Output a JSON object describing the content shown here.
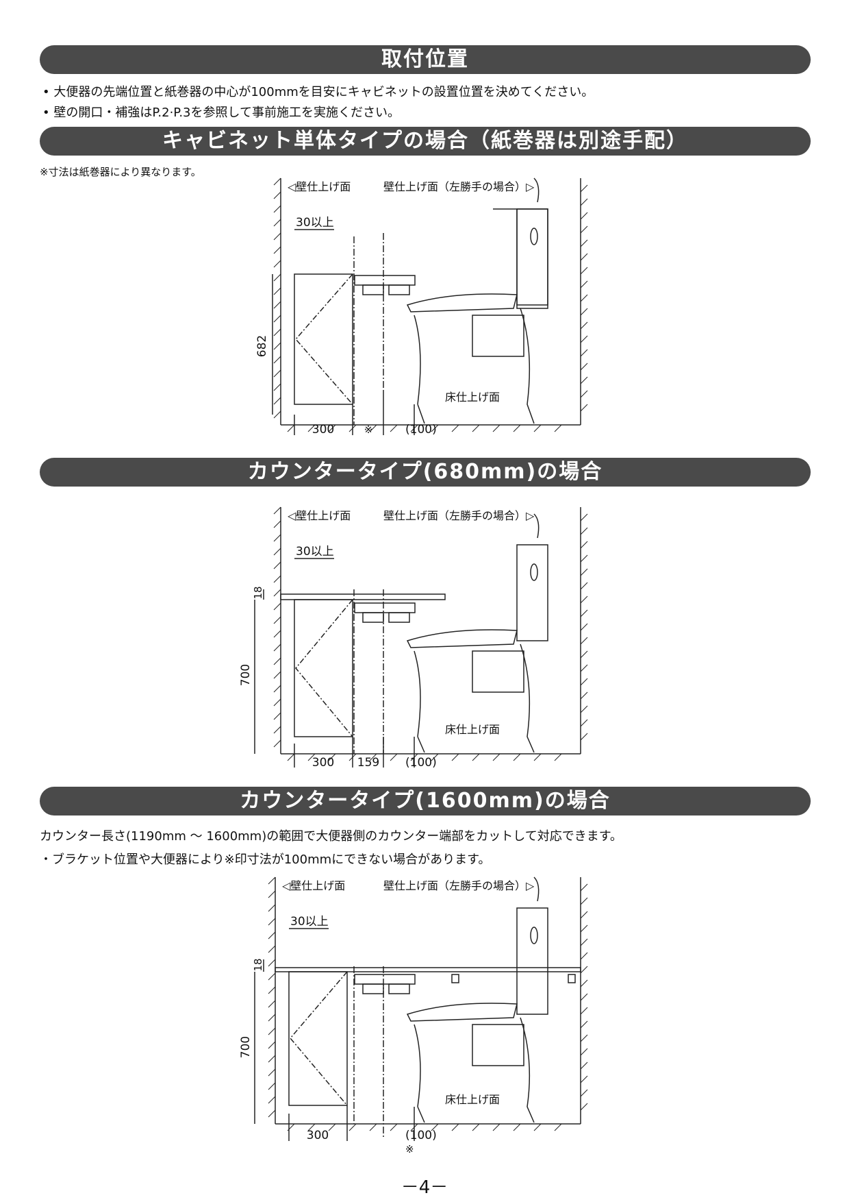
{
  "section_main": {
    "title": "取付位置",
    "bullets": [
      "• 大便器の先端位置と紙巻器の中心が100mmを目安にキャビネットの設置位置を決めてください。",
      "• 壁の開口・補強はP.2·P.3を参照して事前施工を実施ください。"
    ]
  },
  "section_cabinet": {
    "title": "キャビネット単体タイプの場合（紙巻器は別途手配）",
    "note": "※寸法は紙巻器により異なります。",
    "diagram": {
      "wall_left": "◁壁仕上げ面",
      "wall_right": "壁仕上げ面（左勝手の場合）▷",
      "clearance": "30以上",
      "height": "682",
      "floor": "床仕上げ面",
      "dim_cabinet": "300",
      "dim_gap": "※",
      "dim_toilet": "(100)"
    }
  },
  "section_counter680": {
    "title": "カウンタータイプ(680mm)の場合",
    "diagram": {
      "wall_left": "◁壁仕上げ面",
      "wall_right": "壁仕上げ面（左勝手の場合）▷",
      "clearance": "30以上",
      "top_thickness": "18",
      "height": "700",
      "floor": "床仕上げ面",
      "dim_cabinet": "300",
      "dim_gap": "159",
      "dim_toilet": "(100)"
    }
  },
  "section_counter1600": {
    "title": "カウンタータイプ(1600mm)の場合",
    "text1": "カウンター長さ(1190mm ～ 1600mm)の範囲で大便器側のカウンター端部をカットして対応できます。",
    "text2": "・ブラケット位置や大便器により※印寸法が100mmにできない場合があります。",
    "diagram": {
      "wall_left": "◁壁仕上げ面",
      "wall_right": "壁仕上げ面（左勝手の場合）▷",
      "clearance": "30以上",
      "top_thickness": "18",
      "height": "700",
      "floor": "床仕上げ面",
      "dim_cabinet": "300",
      "dim_toilet": "(100)",
      "dim_mark": "※"
    }
  },
  "page_number": "－4－"
}
